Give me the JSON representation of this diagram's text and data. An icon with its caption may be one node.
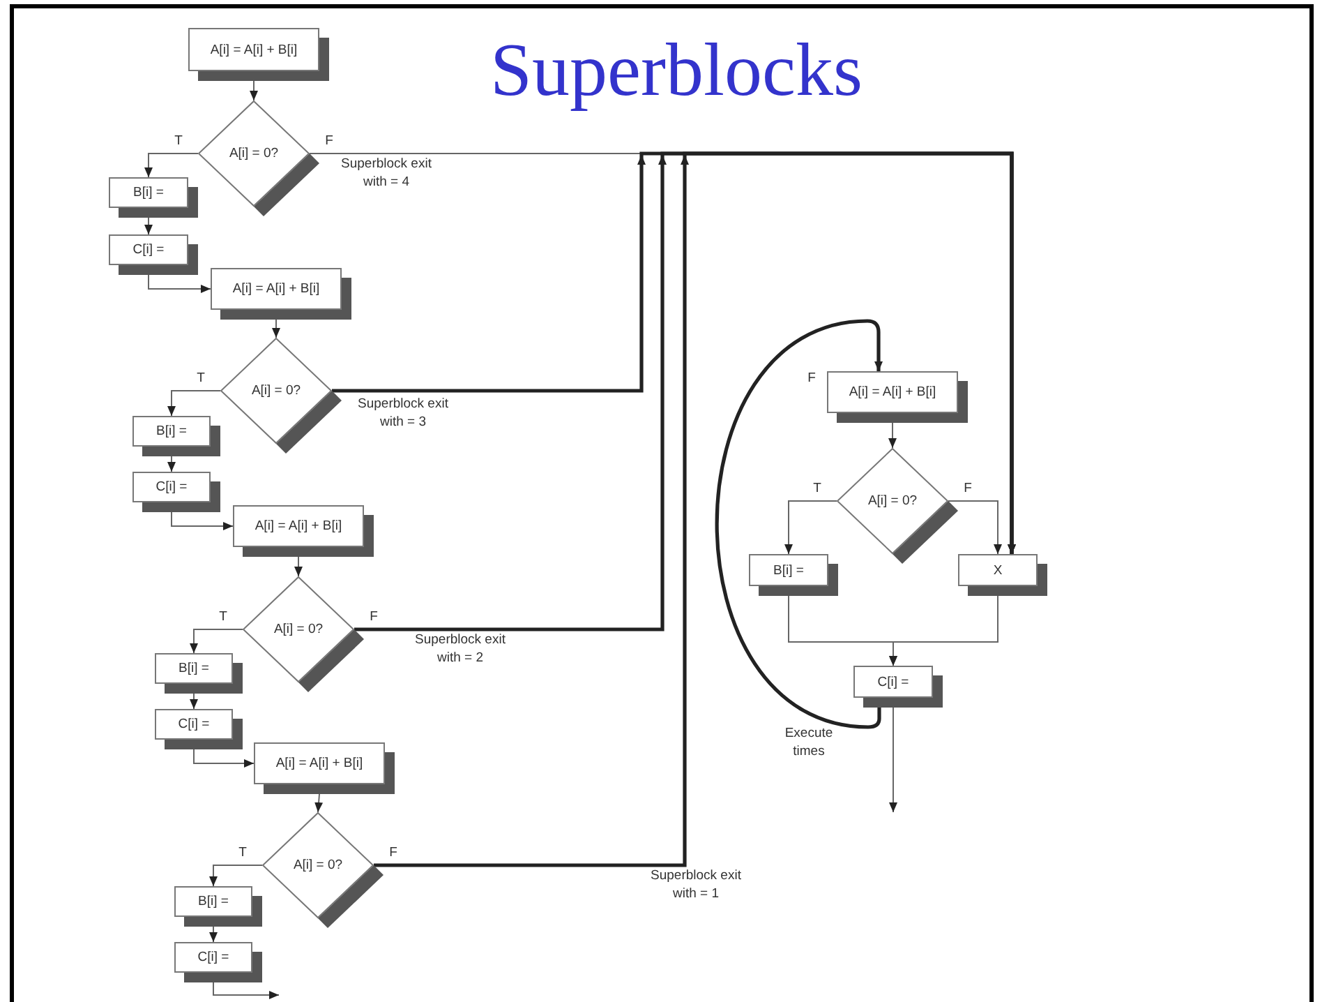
{
  "diagram": {
    "title": "Superblocks",
    "nodes": [
      {
        "text": [
          "A[i] = A[i] + B[i]"
        ]
      },
      {
        "text": [
          "A[i] = 0?"
        ]
      },
      {
        "text": [
          "B[i] ="
        ]
      },
      {
        "text": [
          "C[i] ="
        ]
      },
      {
        "text": [
          "A[i] = A[i] + B[i]"
        ]
      },
      {
        "text": [
          "A[i] = 0?"
        ]
      },
      {
        "text": [
          "B[i] ="
        ]
      },
      {
        "text": [
          "C[i] ="
        ]
      },
      {
        "text": [
          "A[i] = A[i] + B[i]"
        ]
      },
      {
        "text": [
          "A[i] = 0?"
        ]
      },
      {
        "text": [
          "B[i] ="
        ]
      },
      {
        "text": [
          "C[i] ="
        ]
      },
      {
        "text": [
          "A[i] = A[i] + B[i]"
        ]
      },
      {
        "text": [
          "A[i] = 0?"
        ]
      },
      {
        "text": [
          "B[i] ="
        ]
      },
      {
        "text": [
          "C[i] ="
        ]
      },
      {
        "text": [
          "A[i] = A[i] + B[i]"
        ]
      },
      {
        "text": [
          "A[i] = 0?"
        ]
      },
      {
        "text": [
          "B[i] ="
        ]
      },
      {
        "text": [
          "X"
        ]
      },
      {
        "text": [
          "C[i] ="
        ]
      }
    ],
    "edges": [
      {
        "from": 0,
        "to": 1,
        "arrow": "to"
      },
      {
        "from": 1,
        "to": 2,
        "arrow": "to",
        "label": "T"
      },
      {
        "from": 2,
        "to": 3,
        "arrow": "to"
      },
      {
        "from": 3,
        "to": 4,
        "arrow": "to"
      },
      {
        "from": 4,
        "to": 5,
        "arrow": "to"
      },
      {
        "from": 5,
        "to": 6,
        "arrow": "to",
        "label": "T"
      },
      {
        "from": 6,
        "to": 7,
        "arrow": "to"
      },
      {
        "from": 7,
        "to": 8,
        "arrow": "to"
      },
      {
        "from": 8,
        "to": 9,
        "arrow": "to"
      },
      {
        "from": 9,
        "to": 10,
        "arrow": "to",
        "label": "T"
      },
      {
        "from": 10,
        "to": 11,
        "arrow": "to"
      },
      {
        "from": 11,
        "to": 12,
        "arrow": "to"
      },
      {
        "from": 12,
        "to": 13,
        "arrow": "to"
      },
      {
        "from": 13,
        "to": 14,
        "arrow": "to",
        "label": "T"
      },
      {
        "from": 14,
        "to": 15,
        "arrow": "to"
      },
      {
        "from": 15,
        "to": null,
        "arrow": "to"
      },
      {
        "from": 1,
        "to": 19,
        "arrow": "to",
        "label": "F"
      },
      {
        "from": 5,
        "to": 19,
        "arrow": "to",
        "style": "thick"
      },
      {
        "from": 9,
        "to": 19,
        "arrow": "to",
        "label": "F",
        "style": "thick"
      },
      {
        "from": 13,
        "to": 19,
        "arrow": "to",
        "label": "F",
        "style": "thick"
      },
      {
        "from": 20,
        "to": 16,
        "arrow": "to",
        "style": "thick"
      },
      {
        "from": 16,
        "to": 17,
        "arrow": "to"
      },
      {
        "from": 17,
        "to": 18,
        "arrow": "to",
        "label": "T"
      },
      {
        "from": 17,
        "to": 19,
        "arrow": "to",
        "label": "F"
      },
      {
        "from": 18,
        "to": 20,
        "arrow": "to"
      },
      {
        "from": 19,
        "to": 20,
        "arrow": "to"
      },
      {
        "from": 20,
        "to": null,
        "arrow": "to"
      }
    ],
    "labels": [
      "Superblock exit with = 4",
      "F",
      "Superblock exit with = 3",
      "Superblock exit with = 2",
      "Execute times",
      "Superblock exit with = 1"
    ]
  }
}
